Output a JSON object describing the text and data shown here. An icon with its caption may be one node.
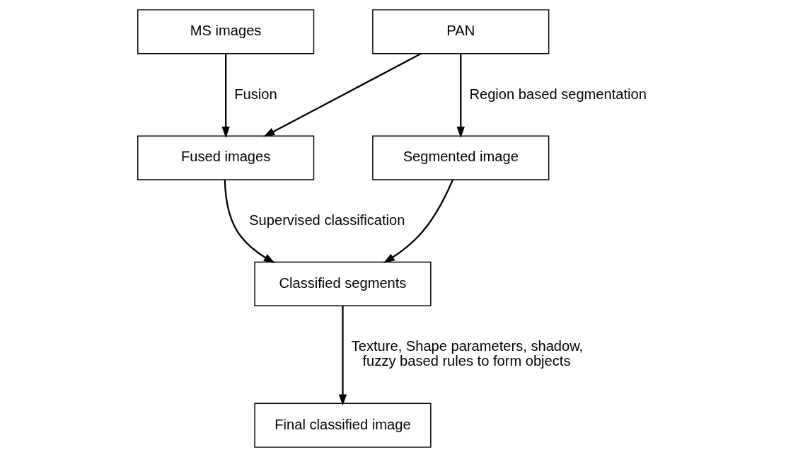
{
  "diagram": {
    "nodes": [
      {
        "text": [
          "MS images"
        ]
      },
      {
        "text": [
          "PAN"
        ]
      },
      {
        "text": [
          "Fused images"
        ]
      },
      {
        "text": [
          "Segmented image"
        ]
      },
      {
        "text": [
          "Classified segments"
        ]
      },
      {
        "text": [
          "Final classified image"
        ]
      }
    ],
    "edges": [
      {
        "from": 0,
        "to": 2,
        "arrow": "to",
        "label": "Fusion"
      },
      {
        "from": 1,
        "to": 2,
        "arrow": "to"
      },
      {
        "from": 1,
        "to": 3,
        "arrow": "to",
        "label": "Region based segmentation"
      },
      {
        "from": 2,
        "to": 4,
        "arrow": "to",
        "label": "Supervised classification"
      },
      {
        "from": 3,
        "to": 4,
        "arrow": "to"
      },
      {
        "from": 4,
        "to": 5,
        "arrow": "to",
        "label": "Texture, Shape parameters, shadow, fuzzy based rules to form objects"
      }
    ]
  }
}
